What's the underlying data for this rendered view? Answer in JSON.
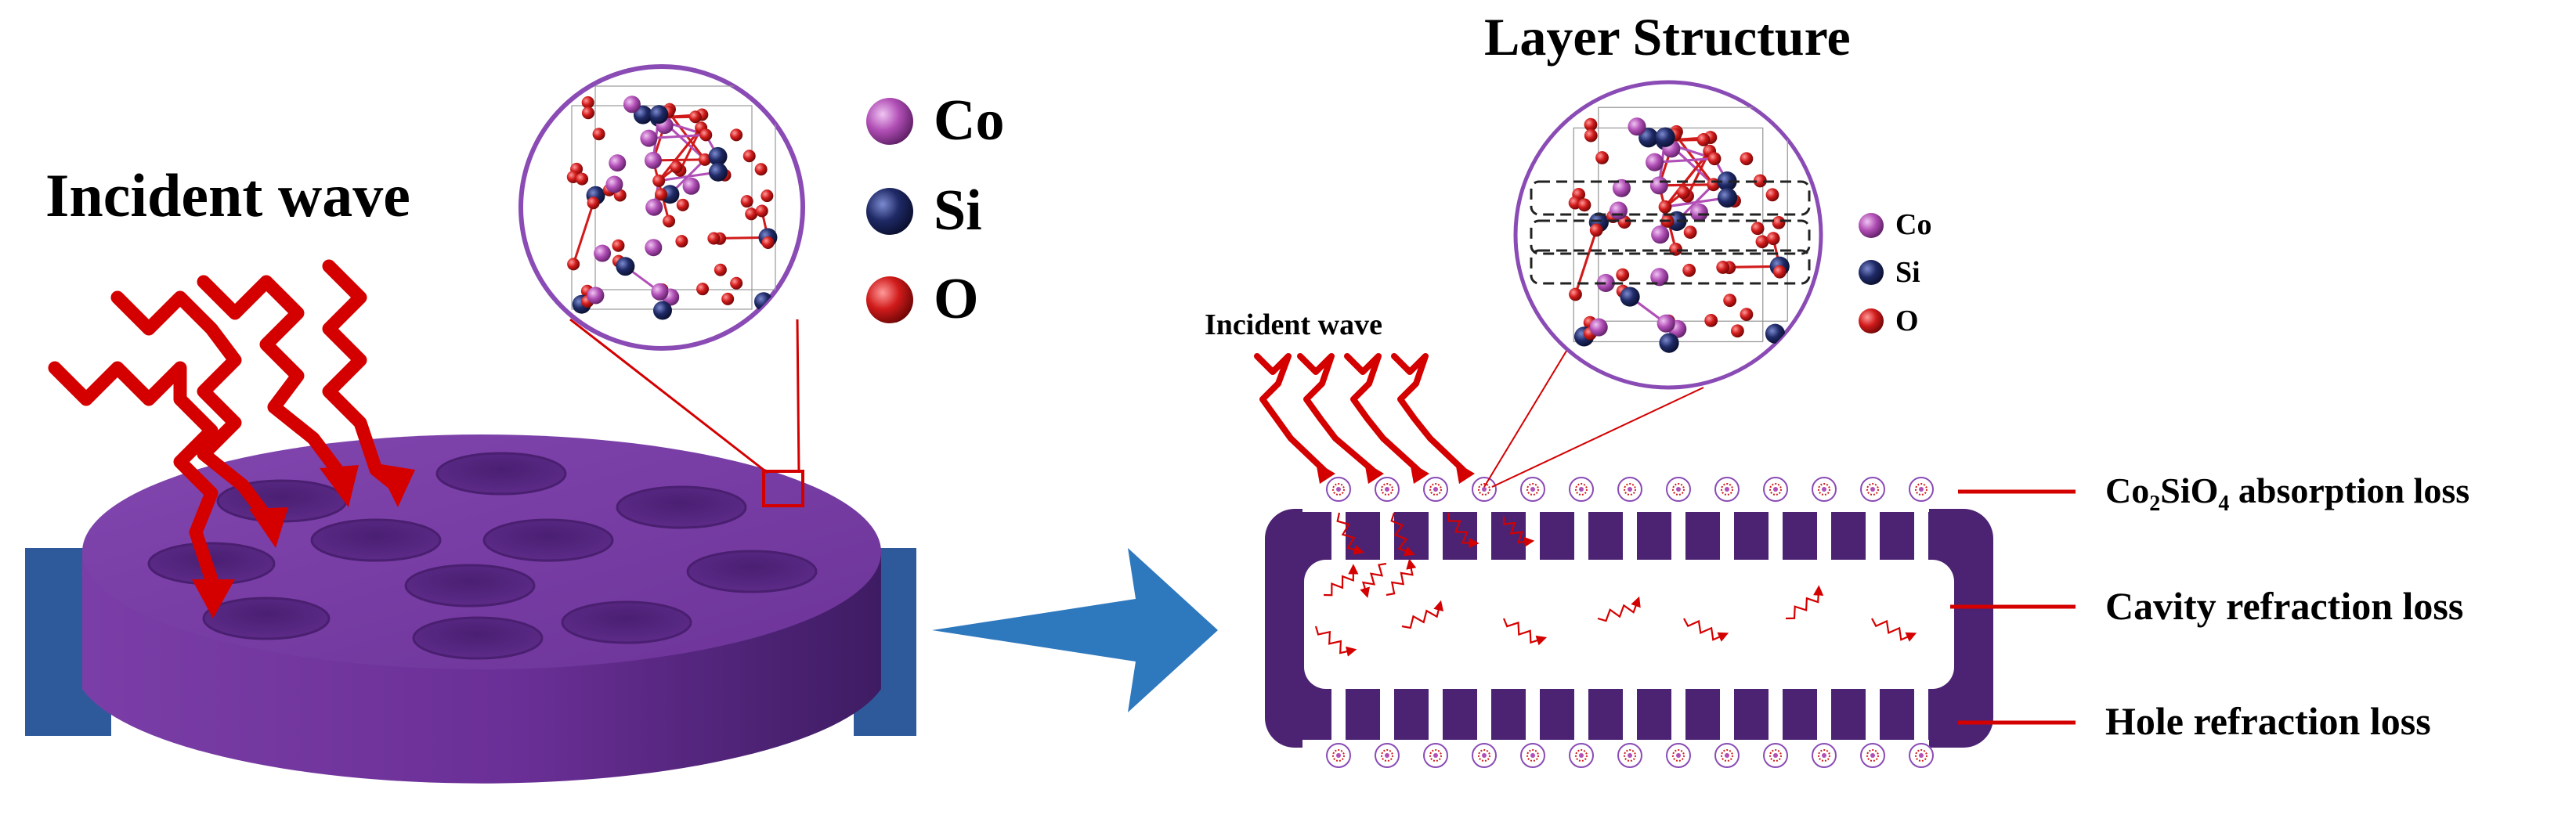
{
  "left_panel": {
    "incident_label": "Incident wave",
    "legend": [
      {
        "symbol": "Co",
        "color": "#b14fb6"
      },
      {
        "symbol": "Si",
        "color": "#1f2a66"
      },
      {
        "symbol": "O",
        "color": "#d11b1b"
      }
    ]
  },
  "right_panel": {
    "title": "Layer Structure",
    "incident_label": "Incident wave",
    "legend": [
      {
        "symbol": "Co",
        "color": "#b14fb6"
      },
      {
        "symbol": "Si",
        "color": "#1f2a66"
      },
      {
        "symbol": "O",
        "color": "#d11b1b"
      }
    ],
    "losses": {
      "absorption": {
        "pre": "Co",
        "s1": "2",
        "mid": "SiO",
        "s2": "4",
        "post": " absorption loss"
      },
      "cavity": "Cavity refraction loss",
      "hole": "Hole refraction loss"
    }
  },
  "colors": {
    "disk_purple": "#5c2a86",
    "disk_top": "#7a3aa8",
    "bar_blue": "#2e5a9b",
    "arrow_blue": "#2e78be",
    "wave_red": "#d40000",
    "circle_border": "#8a4bb5"
  }
}
